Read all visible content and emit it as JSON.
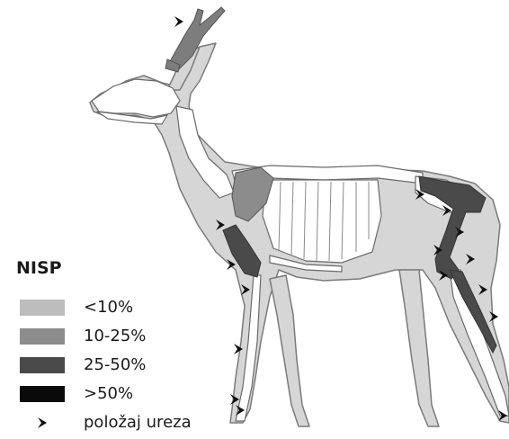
{
  "legend": {
    "title": "NISP",
    "items": [
      {
        "label": "<10%",
        "color": "#bdbdbd"
      },
      {
        "label": "10-25%",
        "color": "#8c8c8c"
      },
      {
        "label": "25-50%",
        "color": "#4a4a4a"
      },
      {
        "label": ">50%",
        "color": "#0a0a0a"
      }
    ],
    "marker_label": "položaj ureza",
    "marker_icon": "notch-arrow-icon"
  },
  "colors": {
    "body_fill": "#d6d6d6",
    "bone_fill": "#ffffff",
    "outline": "#6a6a6a"
  }
}
